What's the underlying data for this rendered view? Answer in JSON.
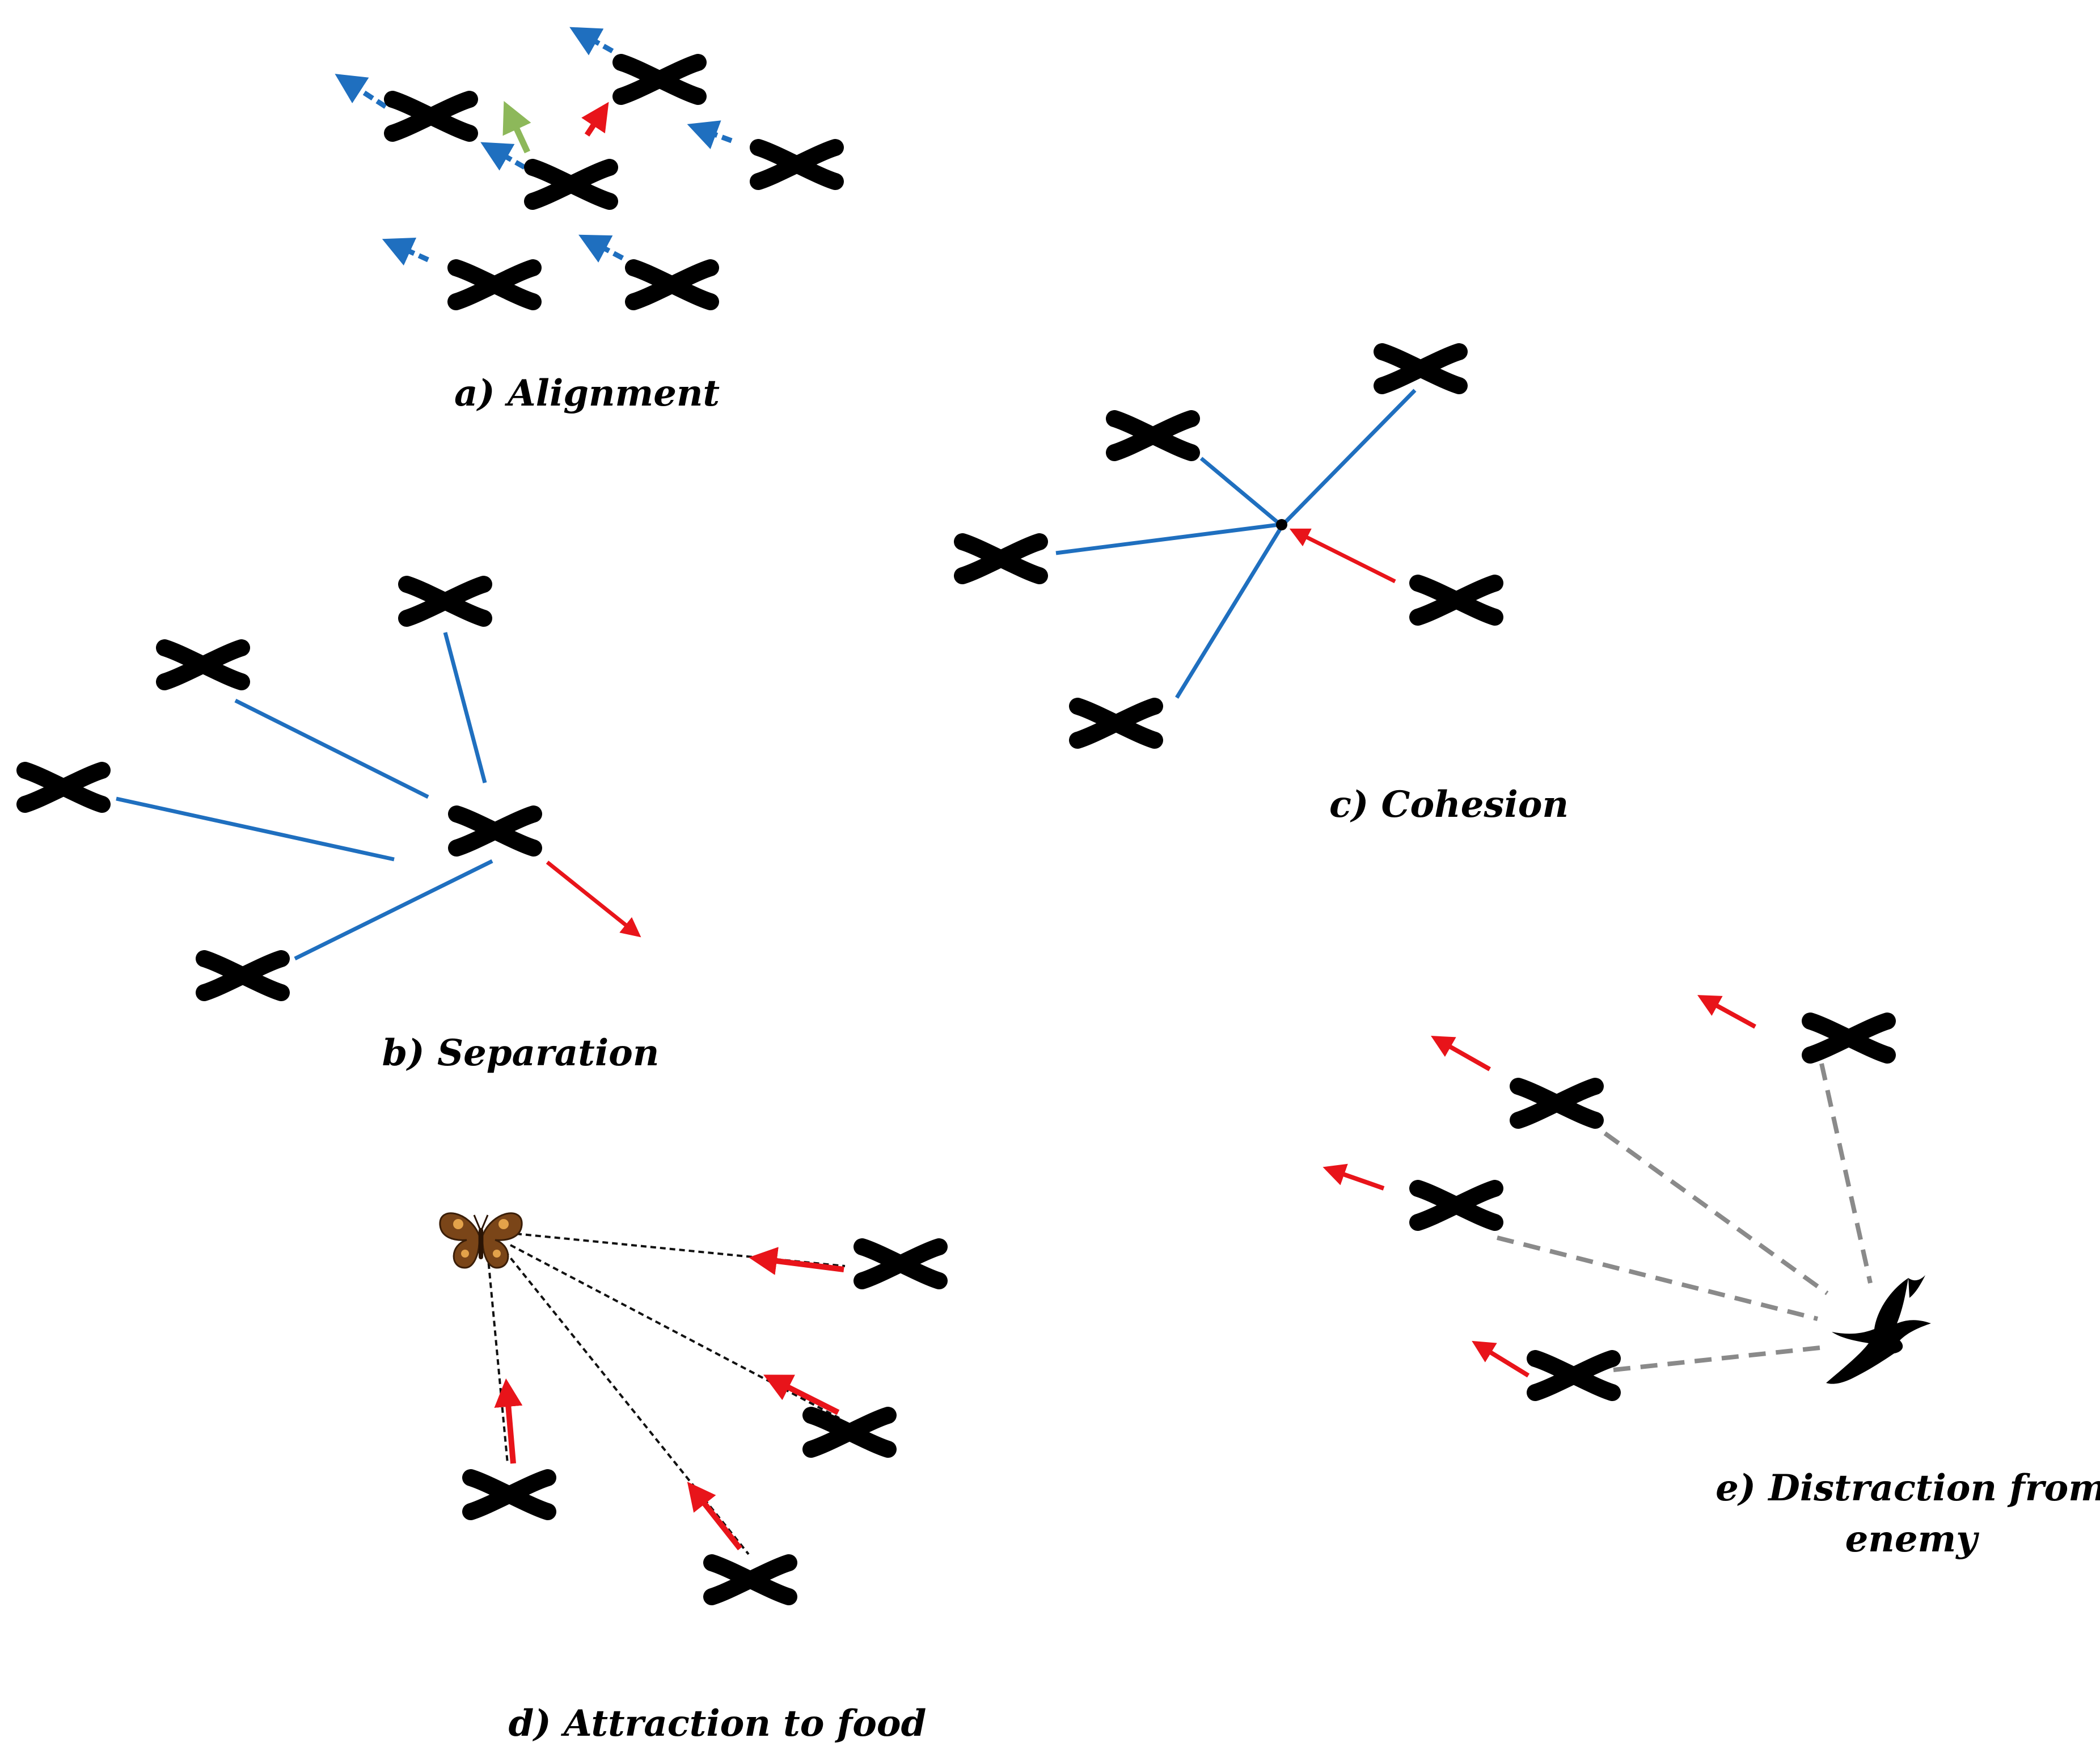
{
  "captions": {
    "alignment": "a) Alignment",
    "separation": "b) Separation",
    "cohesion": "c) Cohesion",
    "attraction": "d) Attraction to food",
    "distraction_line1": "e) Distraction from",
    "distraction_line2": "enemy"
  },
  "icons": {
    "agent": "x-mark-icon",
    "food": "butterfly-icon",
    "enemy": "eagle-silhouette-icon"
  },
  "colors": {
    "agent": "#000000",
    "neighbor_link": "#1F6FBF",
    "resulting_vector": "#E8141A",
    "alignment_average": "#8DB85A",
    "food_link": "#111111",
    "enemy_link": "#8A8A8A"
  }
}
